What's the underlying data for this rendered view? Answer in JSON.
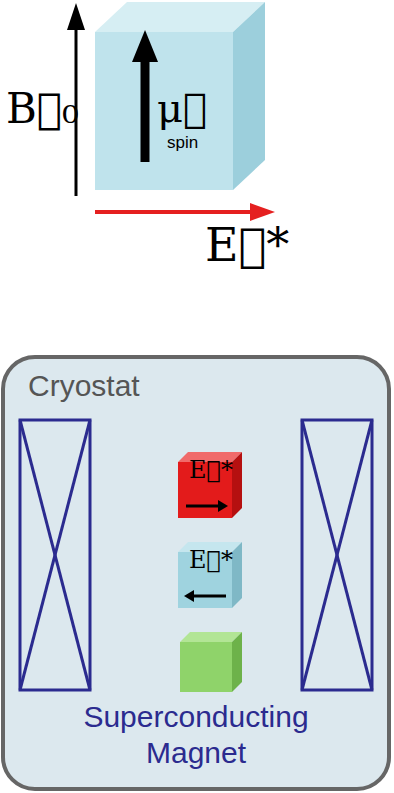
{
  "diagram": {
    "nodes": [
      {
        "text": [
          "μ⃗",
          "spin"
        ]
      },
      {
        "text": [
          "Cryostat",
          "Superconducting Magnet"
        ]
      },
      {
        "text": [
          "E⃗*"
        ],
        "in": 1
      },
      {
        "text": [
          "E⃗*"
        ],
        "in": 1
      }
    ],
    "labels": [
      "B⃗₀",
      "E⃗*"
    ]
  }
}
